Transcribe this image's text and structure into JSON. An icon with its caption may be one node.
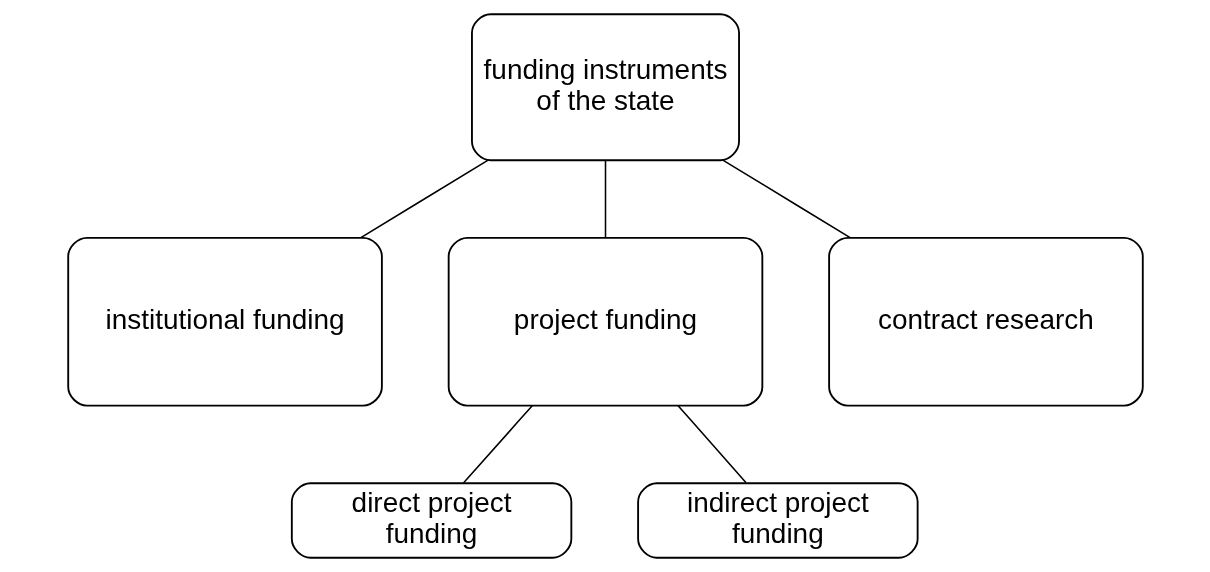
{
  "diagram": {
    "nodes": [
      {
        "text": [
          "funding instruments of the state"
        ]
      },
      {
        "text": [
          "institutional funding"
        ]
      },
      {
        "text": [
          "project funding"
        ]
      },
      {
        "text": [
          "contract research"
        ]
      },
      {
        "text": [
          "direct project funding"
        ]
      },
      {
        "text": [
          "indirect project funding"
        ]
      }
    ],
    "edges": [
      {
        "from": 0,
        "to": 1,
        "arrow": "none"
      },
      {
        "from": 0,
        "to": 2,
        "arrow": "none"
      },
      {
        "from": 0,
        "to": 3,
        "arrow": "none"
      },
      {
        "from": 2,
        "to": 4,
        "arrow": "none"
      },
      {
        "from": 2,
        "to": 5,
        "arrow": "none"
      }
    ]
  }
}
